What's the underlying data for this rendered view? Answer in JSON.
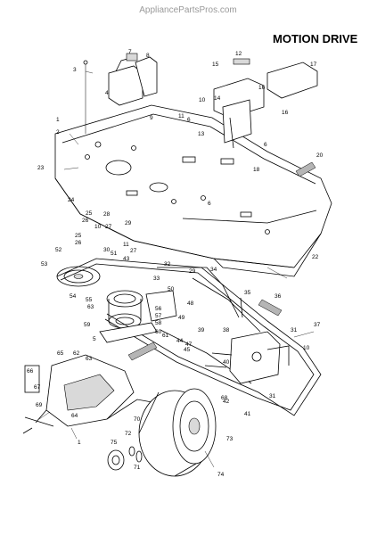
{
  "watermark": "AppliancePartsPros.com",
  "title": "MOTION DRIVE",
  "callouts": [
    {
      "id": "c1a",
      "text": "1"
    },
    {
      "id": "c1b",
      "text": "1"
    },
    {
      "id": "c2",
      "text": "2"
    },
    {
      "id": "c3",
      "text": "3"
    },
    {
      "id": "c4",
      "text": "4"
    },
    {
      "id": "c5",
      "text": "5"
    },
    {
      "id": "c6a",
      "text": "6"
    },
    {
      "id": "c6b",
      "text": "6"
    },
    {
      "id": "c6c",
      "text": "6"
    },
    {
      "id": "c7",
      "text": "7"
    },
    {
      "id": "c8",
      "text": "8"
    },
    {
      "id": "c9",
      "text": "9"
    },
    {
      "id": "c10a",
      "text": "10"
    },
    {
      "id": "c10b",
      "text": "10"
    },
    {
      "id": "c10c",
      "text": "10"
    },
    {
      "id": "c11a",
      "text": "11"
    },
    {
      "id": "c11b",
      "text": "11"
    },
    {
      "id": "c12",
      "text": "12"
    },
    {
      "id": "c13",
      "text": "13"
    },
    {
      "id": "c14",
      "text": "14"
    },
    {
      "id": "c15",
      "text": "15"
    },
    {
      "id": "c16a",
      "text": "16"
    },
    {
      "id": "c16b",
      "text": "16"
    },
    {
      "id": "c17",
      "text": "17"
    },
    {
      "id": "c18",
      "text": "18"
    },
    {
      "id": "c20",
      "text": "20"
    },
    {
      "id": "c22",
      "text": "22"
    },
    {
      "id": "c23",
      "text": "23"
    },
    {
      "id": "c24",
      "text": "24"
    },
    {
      "id": "c25a",
      "text": "25"
    },
    {
      "id": "c25b",
      "text": "25"
    },
    {
      "id": "c26a",
      "text": "26"
    },
    {
      "id": "c26b",
      "text": "26"
    },
    {
      "id": "c27a",
      "text": "27"
    },
    {
      "id": "c27b",
      "text": "27"
    },
    {
      "id": "c28",
      "text": "28"
    },
    {
      "id": "c29a",
      "text": "29"
    },
    {
      "id": "c29b",
      "text": "29"
    },
    {
      "id": "c30",
      "text": "30"
    },
    {
      "id": "c31a",
      "text": "31"
    },
    {
      "id": "c31b",
      "text": "31"
    },
    {
      "id": "c32",
      "text": "32"
    },
    {
      "id": "c33",
      "text": "33"
    },
    {
      "id": "c34",
      "text": "34"
    },
    {
      "id": "c35",
      "text": "35"
    },
    {
      "id": "c36",
      "text": "36"
    },
    {
      "id": "c37",
      "text": "37"
    },
    {
      "id": "c38",
      "text": "38"
    },
    {
      "id": "c39",
      "text": "39"
    },
    {
      "id": "c40",
      "text": "40"
    },
    {
      "id": "c41",
      "text": "41"
    },
    {
      "id": "c42",
      "text": "42"
    },
    {
      "id": "c43",
      "text": "43"
    },
    {
      "id": "c44",
      "text": "44"
    },
    {
      "id": "c45",
      "text": "45"
    },
    {
      "id": "c47",
      "text": "47"
    },
    {
      "id": "c48",
      "text": "48"
    },
    {
      "id": "c49",
      "text": "49"
    },
    {
      "id": "c50",
      "text": "50"
    },
    {
      "id": "c51",
      "text": "51"
    },
    {
      "id": "c52",
      "text": "52"
    },
    {
      "id": "c53",
      "text": "53"
    },
    {
      "id": "c54",
      "text": "54"
    },
    {
      "id": "c55",
      "text": "55"
    },
    {
      "id": "c56",
      "text": "56"
    },
    {
      "id": "c57",
      "text": "57"
    },
    {
      "id": "c58",
      "text": "58"
    },
    {
      "id": "c59",
      "text": "59"
    },
    {
      "id": "c60",
      "text": "60"
    },
    {
      "id": "c61",
      "text": "61"
    },
    {
      "id": "c62",
      "text": "62"
    },
    {
      "id": "c63a",
      "text": "63"
    },
    {
      "id": "c63b",
      "text": "63"
    },
    {
      "id": "c64",
      "text": "64"
    },
    {
      "id": "c65",
      "text": "65"
    },
    {
      "id": "c66",
      "text": "66"
    },
    {
      "id": "c67",
      "text": "67"
    },
    {
      "id": "c68",
      "text": "68"
    },
    {
      "id": "c69",
      "text": "69"
    },
    {
      "id": "c70",
      "text": "70"
    },
    {
      "id": "c71",
      "text": "71"
    },
    {
      "id": "c72",
      "text": "72"
    },
    {
      "id": "c73",
      "text": "73"
    },
    {
      "id": "c74",
      "text": "74"
    },
    {
      "id": "c75",
      "text": "75"
    }
  ]
}
